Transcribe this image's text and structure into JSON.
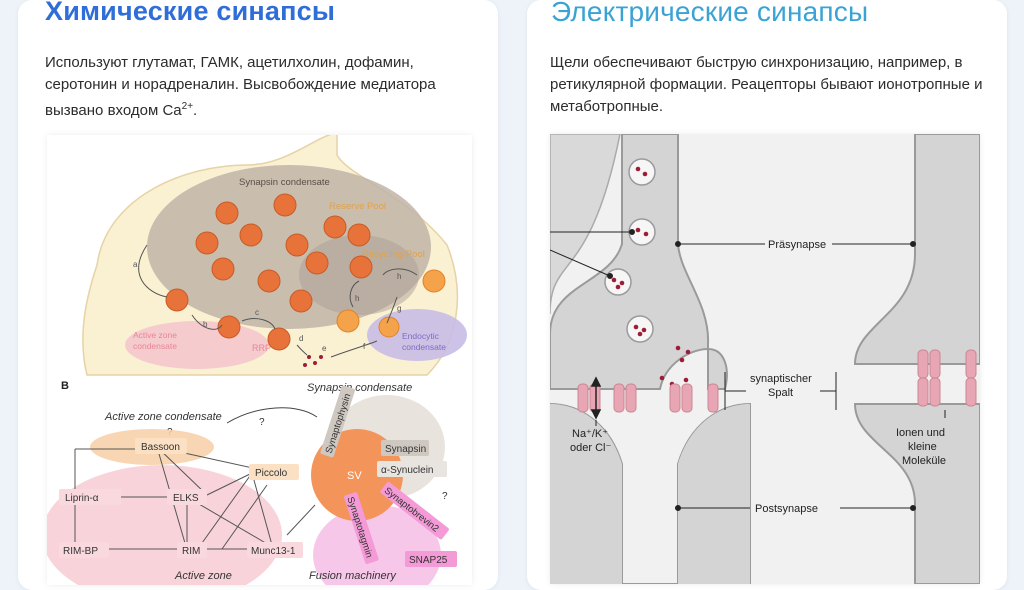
{
  "chem": {
    "title": "Химические синапсы",
    "text": "Используют глутамат, ГАМК, ацетилхолин, дофамин, серотонин и норадреналин. Высвобождение медиатора вызвано входом Ca",
    "superscript": "2+",
    "text_end": ".",
    "figure": {
      "synapsin_condensate_top": "Synapsin condensate",
      "reserve_pool": "Reserve Pool",
      "recycling_pool": "Recycling Pool",
      "active_zone_condensate_small": "Active zone condensate",
      "rrp": "RRP",
      "endocytic_condensate": "Endocytic condensate",
      "arrow_a": "a",
      "arrow_b": "b",
      "arrow_c": "c",
      "arrow_d": "d",
      "arrow_e": "e",
      "arrow_f": "f",
      "arrow_g": "g",
      "arrow_h": "h",
      "panel_b": "B",
      "synapsin_condensate": "Synapsin condensate",
      "active_zone_condensate": "Active zone condensate",
      "question": "?",
      "bassoon": "Bassoon",
      "piccolo": "Piccolo",
      "liprin": "Liprin-α",
      "elks": "ELKS",
      "rim_bp": "RIM-BP",
      "rim": "RIM",
      "munc": "Munc13-1",
      "sv": "SV",
      "synaptophysin": "Synaptophysin",
      "synapsin": "Synapsin",
      "synuclein": "α-Synuclein",
      "synaptotagmin": "Synaptotagmin",
      "synaptobrevin": "Synaptobrevin2",
      "snap25": "SNAP25",
      "active_zone_bottom": "Active zone",
      "fusion_machinery": "Fusion machinery"
    }
  },
  "elec": {
    "title": "Электрические синапсы",
    "text": "Щели обеспечивают быструю синхронизацию, например, в ретикулярной формации. Реацепторы бывают ионотропные и метаботропные.",
    "figure": {
      "prasynapse": "Präsynapse",
      "cleft_line1": "synaptischer",
      "cleft_line2": "Spalt",
      "ions_line1": "Na⁺/K⁺",
      "ions_line2": "oder Cl⁻",
      "ionen_line1": "Ionen und",
      "ionen_line2": "kleine",
      "ionen_line3": "Moleküle",
      "postsynapse": "Postsynapse"
    }
  },
  "colors": {
    "chem_title": "#2f6dd9",
    "elec_title": "#3aa3d4",
    "vesicle": "#e8733a",
    "dot": "#a01c34",
    "pink_channel": "#e8a6b4"
  }
}
